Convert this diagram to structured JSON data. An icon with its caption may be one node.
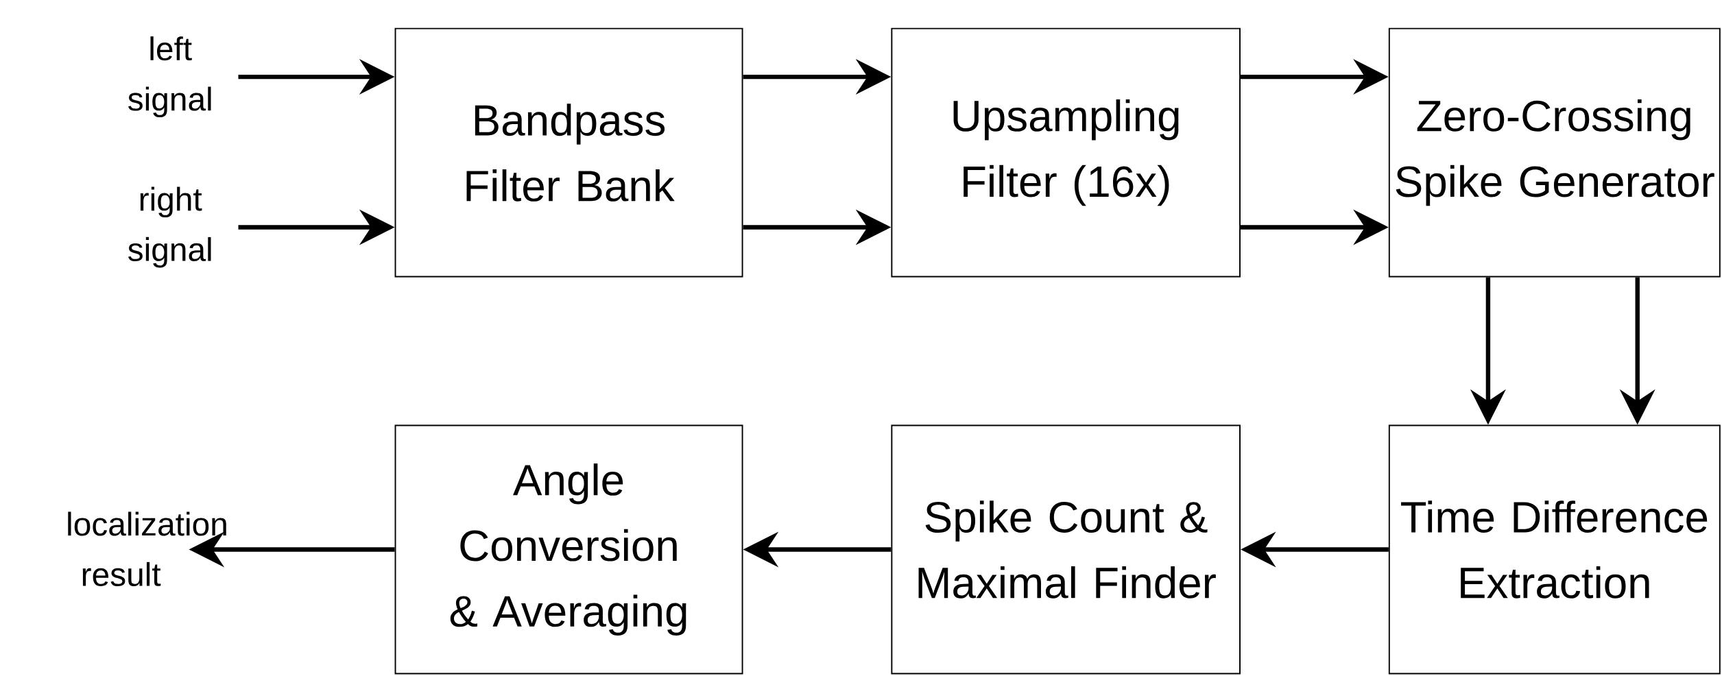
{
  "diagram": {
    "nodes": [
      {
        "text": [
          "left signal"
        ]
      },
      {
        "text": [
          "right signal"
        ]
      },
      {
        "text": [
          "Bandpass Filter Bank"
        ]
      },
      {
        "text": [
          "Upsampling Filter (16x)"
        ]
      },
      {
        "text": [
          "Zero-Crossing Spike Generator"
        ]
      },
      {
        "text": [
          "Time Difference Extraction"
        ]
      },
      {
        "text": [
          "Spike Count & Maximal Finder"
        ]
      },
      {
        "text": [
          "Angle Conversion & Averaging"
        ]
      },
      {
        "text": [
          "localization result"
        ]
      }
    ],
    "edges": [
      {
        "from": 0,
        "to": 2,
        "arrow": "to"
      },
      {
        "from": 1,
        "to": 2,
        "arrow": "to"
      },
      {
        "from": 2,
        "to": 3,
        "arrow": "to"
      },
      {
        "from": 2,
        "to": 3,
        "arrow": "to"
      },
      {
        "from": 3,
        "to": 4,
        "arrow": "to"
      },
      {
        "from": 3,
        "to": 4,
        "arrow": "to"
      },
      {
        "from": 4,
        "to": 5,
        "arrow": "to"
      },
      {
        "from": 4,
        "to": 5,
        "arrow": "to"
      },
      {
        "from": 5,
        "to": 6,
        "arrow": "to"
      },
      {
        "from": 6,
        "to": 7,
        "arrow": "to"
      },
      {
        "from": 7,
        "to": 8,
        "arrow": "to"
      }
    ]
  }
}
